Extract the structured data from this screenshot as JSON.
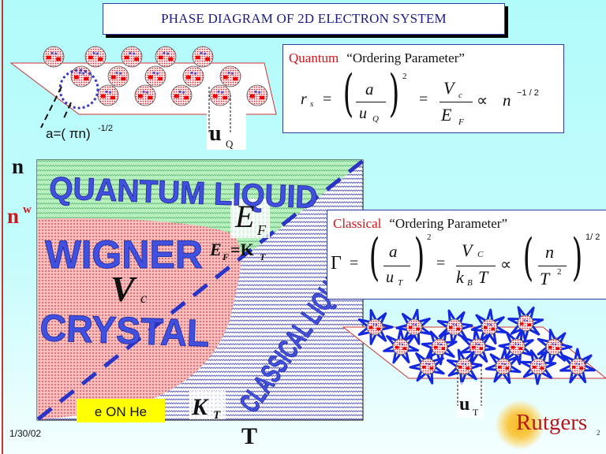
{
  "title": "PHASE DIAGRAM OF 2D ELECTRON SYSTEM",
  "date": "1/30/02",
  "page_number": "2",
  "logo_text": "Rutgers",
  "top_lattice": {
    "a_label": "a=( πn)",
    "a_exponent": "-1/2",
    "u_label": "u",
    "u_sub": "Q"
  },
  "bottom_lattice": {
    "u_label": "u",
    "u_sub": "T"
  },
  "quantum_box": {
    "kind": "Quantum",
    "heading": "“Ordering Parameter”",
    "lhs": "r",
    "lhs_sub": "s",
    "eq": "=",
    "num1": "a",
    "den1": "u",
    "den1_sub": "Q",
    "pow1": "2",
    "eq2": "=",
    "num2": "V",
    "num2_sub": "c",
    "den2": "E",
    "den2_sub": "F",
    "prop": "∝",
    "rhs": "n",
    "rhs_pow": "−1 / 2"
  },
  "classical_box": {
    "kind": "Classical",
    "heading": "“Ordering Parameter”",
    "lhs": "Γ",
    "eq": "=",
    "num1": "a",
    "den1": "u",
    "den1_sub": "T",
    "pow1": "2",
    "eq2": "=",
    "num2": "V",
    "num2_sub": "C",
    "den2a": "k",
    "den2_sub": "B",
    "den2b": "T",
    "prop": "∝",
    "num3": "n",
    "den3": "T",
    "den3_pow": "2",
    "pow3": "1/ 2"
  },
  "diagram": {
    "y_axis": "n",
    "y_marker": "n",
    "y_marker_sup": "w",
    "x_axis": "T",
    "regions": {
      "quantum_liquid": "QUANTUM LIQUID",
      "wigner_1": "WIGNER",
      "wigner_2": "CRYSTAL",
      "classical_liquid": "CLASSICAL LIQUID"
    },
    "labels": {
      "ef": "E",
      "ef_sub": "F",
      "vc": "V",
      "vc_sub": "c",
      "kt": "K",
      "kt_sub": "T",
      "crossover": "E",
      "crossover_sub": "F",
      "crossover_eq": "=K",
      "crossover_sub2": "T"
    },
    "tag": "e ON He",
    "colors": {
      "quantum": "#a8ecb4",
      "wigner": "#f2a5a5",
      "classical": "#c8c8f0",
      "region_text": "#3c46d8",
      "tag_bg": "#ffff00",
      "crossover_line": "#2a35c8"
    }
  }
}
